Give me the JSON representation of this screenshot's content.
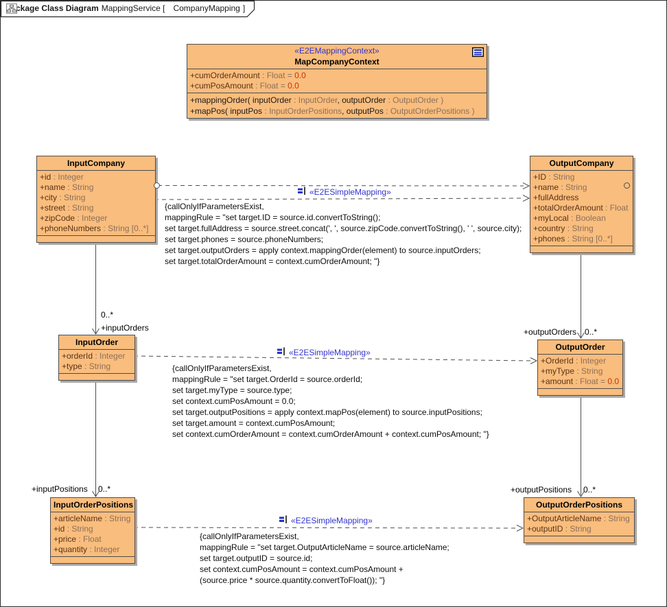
{
  "frame": {
    "title_bold": "package Class Diagram",
    "title_rest": "MappingService [",
    "diagram_name": "CompanyMapping",
    "closing_bracket": "]"
  },
  "colors": {
    "class_fill": "#f9bd7d",
    "stereotype_blue": "#3333cc",
    "attribute_name_brown": "#5a3217",
    "type_brown": "#8c705b",
    "default_value_red": "#cc3300",
    "connector_gray": "#4d4d4d",
    "shadow_gray": "#a9a9a9"
  },
  "classes": {
    "map_company_context": {
      "stereotype": "«E2EMappingContext»",
      "name": "MapCompanyContext",
      "attributes": [
        [
          [
            "a",
            "+cumOrderAmount"
          ],
          [
            "t",
            " : Float = "
          ],
          [
            "v",
            "0.0"
          ]
        ],
        [
          [
            "a",
            "+cumPosAmount"
          ],
          [
            "t",
            " : Float = "
          ],
          [
            "v",
            "0.0"
          ]
        ]
      ],
      "operations": [
        [
          [
            "k",
            "+mappingOrder( inputOrder"
          ],
          [
            "t",
            " : InputOrder"
          ],
          [
            "k",
            ", outputOrder"
          ],
          [
            "t",
            " : OutputOrder )"
          ]
        ],
        [
          [
            "k",
            "+mapPos( inputPos"
          ],
          [
            "t",
            " : InputOrderPositions"
          ],
          [
            "k",
            ", outputPos"
          ],
          [
            "t",
            " : OutputOrderPositions )"
          ]
        ]
      ],
      "empty_compartment": false
    },
    "input_company": {
      "name": "InputCompany",
      "attributes": [
        [
          [
            "a",
            "+id"
          ],
          [
            "t",
            " : Integer"
          ]
        ],
        [
          [
            "a",
            "+name"
          ],
          [
            "t",
            " : String"
          ]
        ],
        [
          [
            "a",
            "+city"
          ],
          [
            "t",
            " : String"
          ]
        ],
        [
          [
            "a",
            "+street"
          ],
          [
            "t",
            " : String"
          ]
        ],
        [
          [
            "a",
            "+zipCode"
          ],
          [
            "t",
            " : Integer"
          ]
        ],
        [
          [
            "a",
            "+phoneNumbers"
          ],
          [
            "t",
            " : String [0..*]"
          ]
        ]
      ],
      "operations": [],
      "empty_compartment": true
    },
    "output_company": {
      "name": "OutputCompany",
      "attributes": [
        [
          [
            "a",
            "+ID"
          ],
          [
            "t",
            " : String"
          ]
        ],
        [
          [
            "a",
            "+name"
          ],
          [
            "t",
            " : String"
          ]
        ],
        [
          [
            "a",
            "+fullAddress"
          ]
        ],
        [
          [
            "a",
            "+totalOrderAmount"
          ],
          [
            "t",
            " : Float"
          ]
        ],
        [
          [
            "a",
            "+myLocal"
          ],
          [
            "t",
            " : Boolean"
          ]
        ],
        [
          [
            "a",
            "+country"
          ],
          [
            "t",
            " : String"
          ]
        ],
        [
          [
            "a",
            "+phones"
          ],
          [
            "t",
            " : String [0..*]"
          ]
        ]
      ],
      "operations": [],
      "empty_compartment": true
    },
    "input_order": {
      "name": "InputOrder",
      "attributes": [
        [
          [
            "a",
            "+orderId"
          ],
          [
            "t",
            " : Integer"
          ]
        ],
        [
          [
            "a",
            "+type"
          ],
          [
            "t",
            " : String"
          ]
        ]
      ],
      "operations": [],
      "empty_compartment": true
    },
    "output_order": {
      "name": "OutputOrder",
      "attributes": [
        [
          [
            "a",
            "+OrderId"
          ],
          [
            "t",
            " : Integer"
          ]
        ],
        [
          [
            "a",
            "+myType"
          ],
          [
            "t",
            " : String"
          ]
        ],
        [
          [
            "a",
            "+amount"
          ],
          [
            "t",
            " : Float = "
          ],
          [
            "v",
            "0.0"
          ]
        ]
      ],
      "operations": [],
      "empty_compartment": true
    },
    "input_order_positions": {
      "name": "InputOrderPositions",
      "attributes": [
        [
          [
            "a",
            "+articleName"
          ],
          [
            "t",
            " : String"
          ]
        ],
        [
          [
            "a",
            "+id"
          ],
          [
            "t",
            " : String"
          ]
        ],
        [
          [
            "a",
            "+price"
          ],
          [
            "t",
            " : Float"
          ]
        ],
        [
          [
            "a",
            "+quantity"
          ],
          [
            "t",
            " : Integer"
          ]
        ]
      ],
      "operations": [],
      "empty_compartment": true
    },
    "output_order_positions": {
      "name": "OutputOrderPositions",
      "attributes": [
        [
          [
            "a",
            "+OutputArticleName"
          ],
          [
            "t",
            " : String"
          ]
        ],
        [
          [
            "a",
            "+outputID"
          ],
          [
            "t",
            " : String"
          ]
        ]
      ],
      "operations": [],
      "empty_compartment": true
    }
  },
  "mappings": [
    {
      "stereotype": "«E2ESimpleMapping»",
      "constraint_lines": [
        "{callOnlyIfParametersExist,",
        "mappingRule = \"set target.ID = source.id.convertToString();",
        "set target.fullAddress = source.street.concat(', ', source.zipCode.convertToString(), ' ', source.city);",
        "set target.phones = source.phoneNumbers;",
        "set target.outputOrders = apply context.mappingOrder(element) to source.inputOrders;",
        "set target.totalOrderAmount = context.cumOrderAmount; \"}"
      ]
    },
    {
      "stereotype": "«E2ESimpleMapping»",
      "constraint_lines": [
        "{callOnlyIfParametersExist,",
        "mappingRule = \"set target.OrderId = source.orderId;",
        "set target.myType = source.type;",
        "set context.cumPosAmount = 0.0;",
        "set target.outputPositions = apply context.mapPos(element) to source.inputPositions;",
        "set target.amount = context.cumPosAmount;",
        "set context.cumOrderAmount = context.cumOrderAmount + context.cumPosAmount; \"}"
      ]
    },
    {
      "stereotype": "«E2ESimpleMapping»",
      "constraint_lines": [
        "{callOnlyIfParametersExist,",
        "mappingRule = \"set target.OutputArticleName = source.articleName;",
        "set target.outputID = source.id;",
        "set context.cumPosAmount = context.cumPosAmount +",
        "(source.price * source.quantity.convertToFloat()); \"}"
      ]
    }
  ],
  "associations": {
    "inputOrders": {
      "multiplicity": "0..*",
      "role": "+inputOrders"
    },
    "inputPositions": {
      "multiplicity": "0..*",
      "role": "+inputPositions"
    },
    "outputOrders": {
      "multiplicity": "0..*",
      "role": "+outputOrders"
    },
    "outputPositions": {
      "multiplicity": "0..*",
      "role": "+outputPositions"
    }
  }
}
